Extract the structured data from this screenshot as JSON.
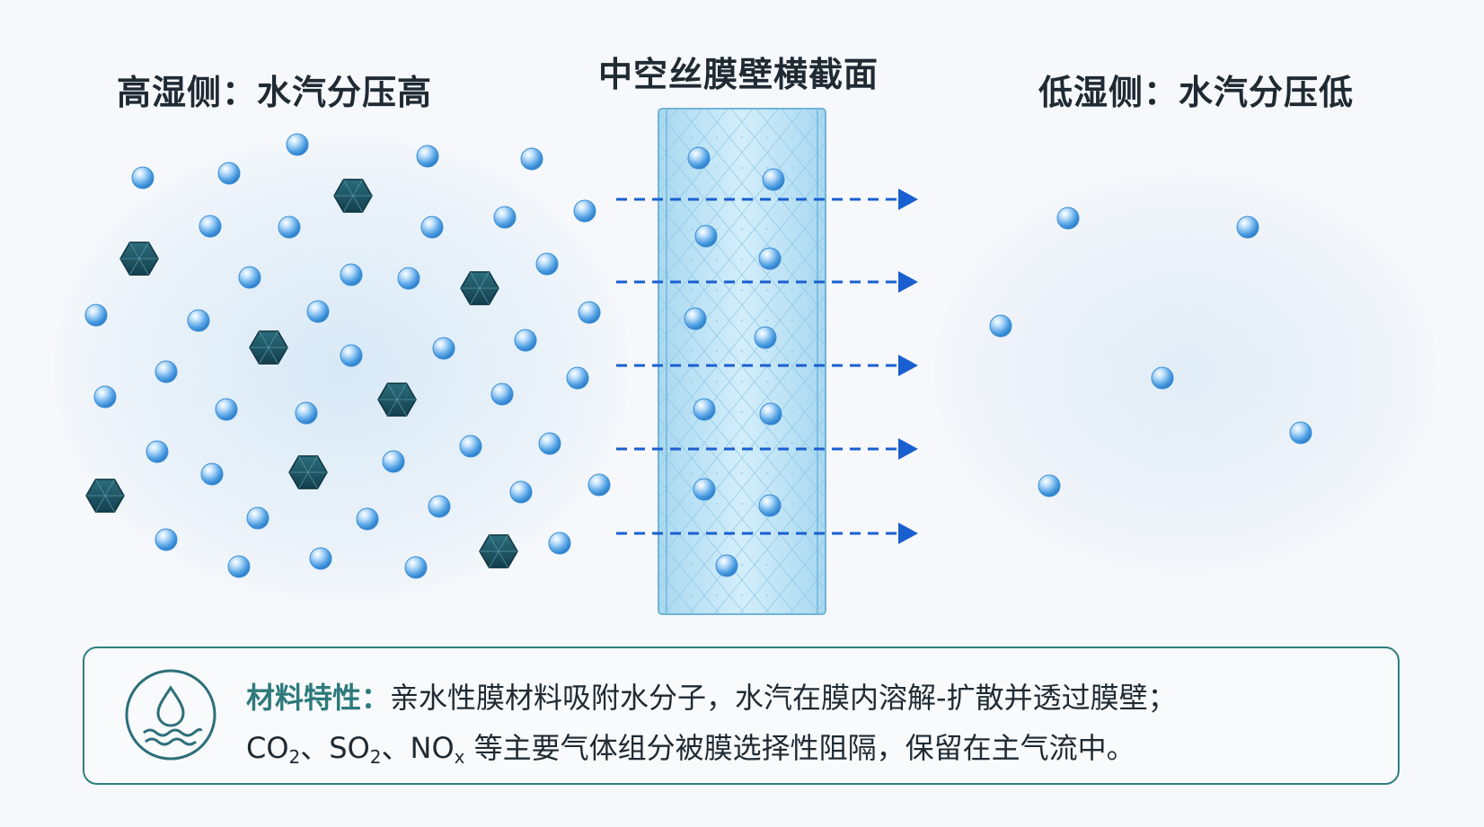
{
  "headings": {
    "left": "高湿侧：水汽分压高",
    "center": "中空丝膜壁横截面",
    "right": "低湿侧：水汽分压低"
  },
  "icons": {
    "water_molecule": "blue-sphere-icon",
    "pollutant_molecule": "dark-hexagon-icon",
    "flow_arrow": "dashed-arrow-right-icon",
    "info_badge": "water-drop-waves-icon"
  },
  "colors": {
    "water_molecule": "#5aa8e6",
    "pollutant_molecule": "#1f5a6a",
    "arrow": "#1a5fd0",
    "membrane": "#bfe3f5",
    "accent": "#2d7a7c"
  },
  "info": {
    "label": "材料特性：",
    "line1_text": "亲水性膜材料吸附水分子，水汽在膜内溶解-扩散并透过膜壁；",
    "co2_prefix": "CO",
    "co2_sub": "2",
    "sep1": "、",
    "so2_prefix": "SO",
    "so2_sub": "2",
    "sep2": "、",
    "nox_prefix": "NO",
    "nox_sub": "x",
    "line2_rest": " 等主要气体组分被膜选择性阻隔，保留在主气流中。"
  }
}
